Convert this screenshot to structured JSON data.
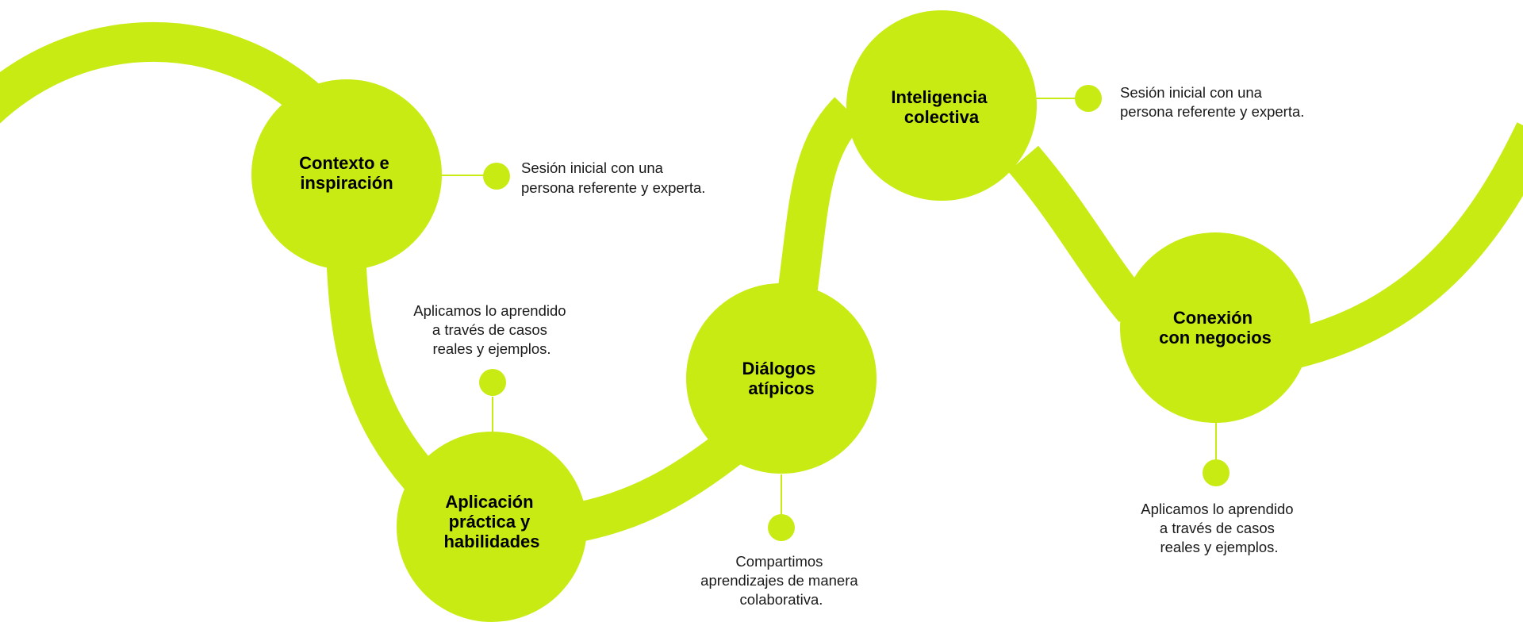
{
  "colors": {
    "accent": "#c8eb14",
    "text": "#000000",
    "background": "#ffffff"
  },
  "stages": [
    {
      "title_lines": [
        "Contexto e",
        "inspiración"
      ],
      "description_lines": [
        "Sesión inicial con una",
        "persona referente y experta."
      ]
    },
    {
      "title_lines": [
        "Aplicación",
        "práctica y",
        "habilidades"
      ],
      "description_lines": [
        "Aplicamos lo aprendido",
        "a través de casos",
        "reales y ejemplos."
      ]
    },
    {
      "title_lines": [
        "Diálogos",
        "atípicos"
      ],
      "description_lines": [
        "Compartimos",
        "aprendizajes de manera",
        "colaborativa."
      ]
    },
    {
      "title_lines": [
        "Inteligencia",
        "colectiva"
      ],
      "description_lines": [
        "Sesión inicial con una",
        "persona referente y experta."
      ]
    },
    {
      "title_lines": [
        "Conexión",
        "con negocios"
      ],
      "description_lines": [
        "Aplicamos lo aprendido",
        "a través de casos",
        "reales y ejemplos."
      ]
    }
  ]
}
